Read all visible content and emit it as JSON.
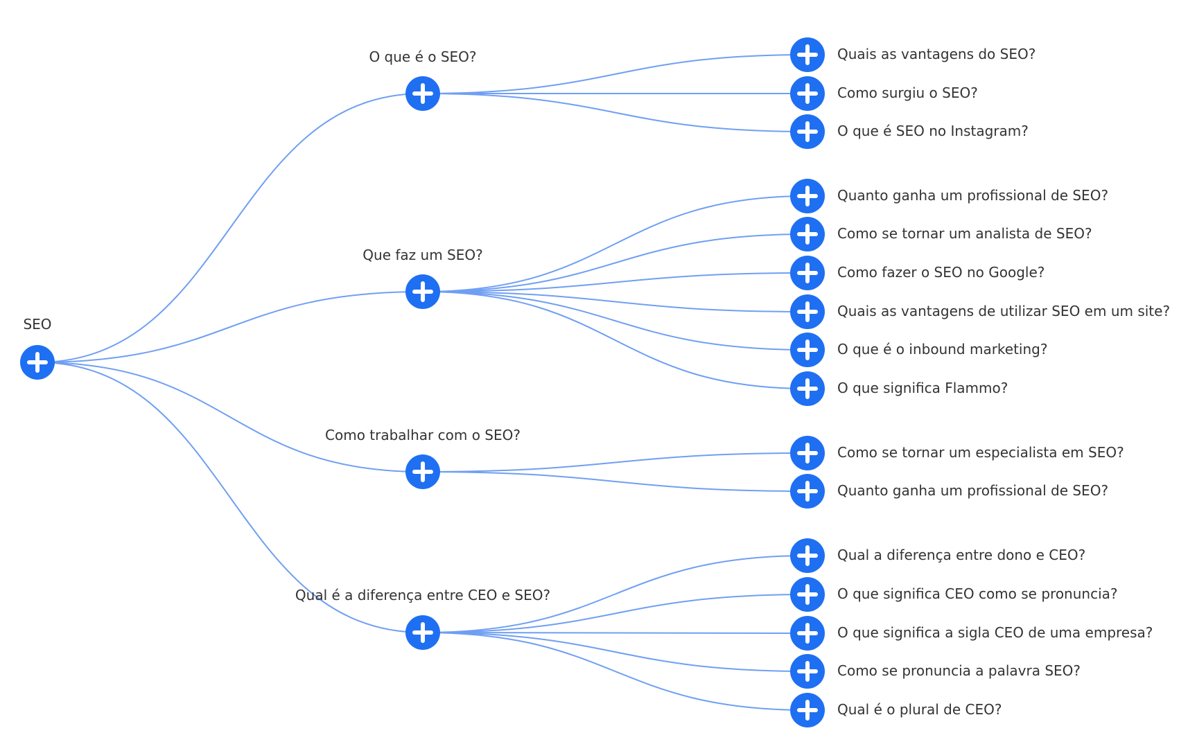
{
  "colors": {
    "node_fill": "#1f6ff2",
    "link_stroke": "#6f9ff3",
    "text": "#333333"
  },
  "icon": "plus-circle-icon",
  "root": {
    "label": "SEO",
    "children": [
      {
        "label": "O que é o SEO?",
        "children": [
          "Quais as vantagens do SEO?",
          "Como surgiu o SEO?",
          "O que é SEO no Instagram?"
        ]
      },
      {
        "label": "Que faz um SEO?",
        "children": [
          "Quanto ganha um profissional de SEO?",
          "Como se tornar um analista de SEO?",
          "Como fazer o SEO no Google?",
          "Quais as vantagens de utilizar SEO em um site?",
          "O que é o inbound marketing?",
          "O que significa Flammo?"
        ]
      },
      {
        "label": "Como trabalhar com o SEO?",
        "children": [
          "Como se tornar um especialista em SEO?",
          "Quanto ganha um profissional de SEO?"
        ]
      },
      {
        "label": "Qual é a diferença entre CEO e SEO?",
        "children": [
          "Qual a diferença entre dono e CEO?",
          "O que significa CEO como se pronuncia?",
          "O que significa a sigla CEO de uma empresa?",
          "Como se pronuncia a palavra SEO?",
          "Qual é o plural de CEO?"
        ]
      }
    ]
  }
}
